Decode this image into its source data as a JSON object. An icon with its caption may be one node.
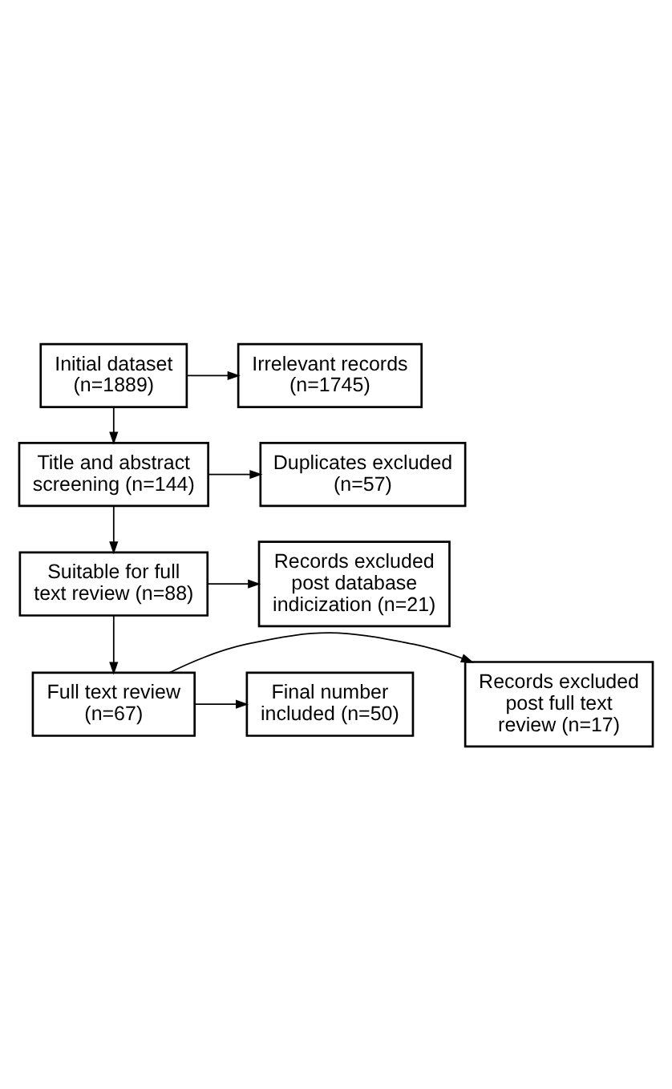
{
  "diagram": {
    "nodes": [
      {
        "text": [
          "Initial dataset (n=1889)"
        ]
      },
      {
        "text": [
          "Irrelevant records (n=1745)"
        ]
      },
      {
        "text": [
          "Title and abstract screening (n=144)"
        ]
      },
      {
        "text": [
          "Duplicates excluded (n=57)"
        ]
      },
      {
        "text": [
          "Suitable for full text review (n=88)"
        ]
      },
      {
        "text": [
          "Records excluded post database indicization (n=21)"
        ]
      },
      {
        "text": [
          "Full text review (n=67)"
        ]
      },
      {
        "text": [
          "Records excluded post full text review (n=17)"
        ]
      },
      {
        "text": [
          "Final number included (n=50)"
        ]
      }
    ],
    "edges": [
      {
        "from": 0,
        "to": 2,
        "arrow": "to"
      },
      {
        "from": 0,
        "to": 1,
        "arrow": "to"
      },
      {
        "from": 2,
        "to": 4,
        "arrow": "to"
      },
      {
        "from": 2,
        "to": 3,
        "arrow": "to"
      },
      {
        "from": 4,
        "to": 6,
        "arrow": "to"
      },
      {
        "from": 4,
        "to": 5,
        "arrow": "to"
      },
      {
        "from": 6,
        "to": 8,
        "arrow": "to"
      },
      {
        "from": 6,
        "to": 7,
        "arrow": "to"
      }
    ]
  }
}
